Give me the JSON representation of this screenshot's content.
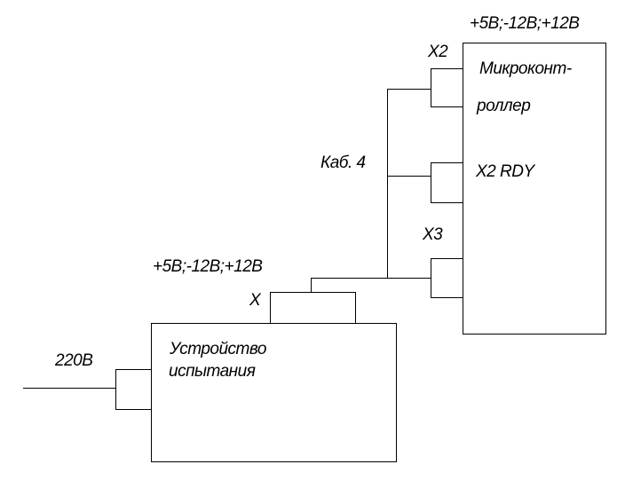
{
  "diagram": {
    "microcontroller": {
      "label_line1": "Микроконт-",
      "label_line2": "роллер",
      "power_label": "+5В;-12В;+12В",
      "connectors": {
        "x2": "X2",
        "x2_rdy": "X2 RDY",
        "x3": "X3"
      }
    },
    "cable_label": "Каб. 4",
    "test_device": {
      "label_line1": "Устройство",
      "label_line2": "испытания",
      "power_label": "+5В;-12В;+12В",
      "connector_label": "X",
      "mains_label": "220В"
    }
  }
}
